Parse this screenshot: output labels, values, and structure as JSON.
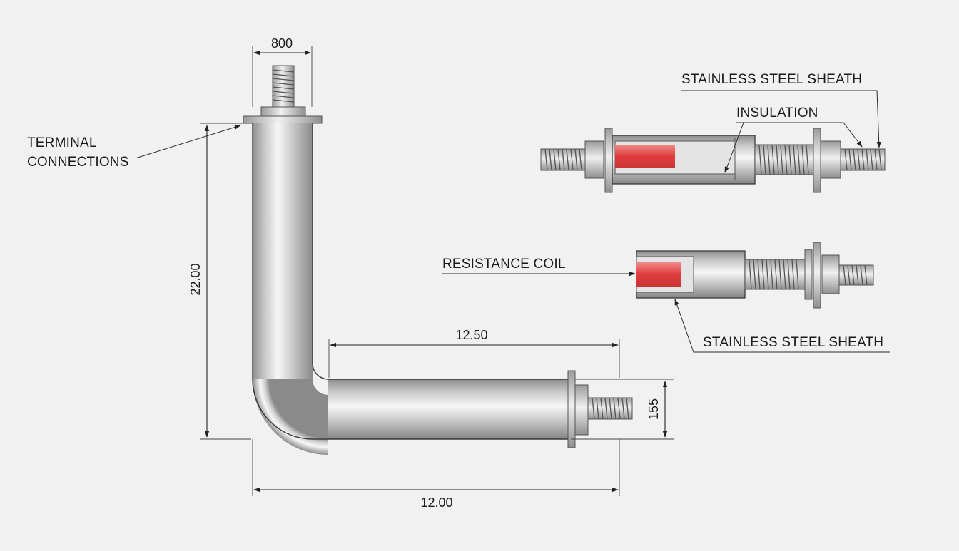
{
  "colors": {
    "background": "#f1f1f1",
    "steel_light": "#f4f4f4",
    "steel_mid": "#c9c9c9",
    "steel_dark": "#8a8a8a",
    "coil": "#e04848",
    "line": "#222222"
  },
  "dimensions": {
    "flange_width": "800",
    "vertical_length": "22.00",
    "horizontal_upper": "12.50",
    "horizontal_lower": "12.00",
    "end_height": "155"
  },
  "labels": {
    "terminal_line1": "TERMINAL",
    "terminal_line2": "CONNECTIONS",
    "sheath_top": "STAINLESS STEEL SHEATH",
    "insulation": "INSULATION",
    "resistance_coil": "RESISTANCE COIL",
    "sheath_bottom": "STAINLESS STEEL SHEATH"
  },
  "icons": {
    "arrow": "arrowhead",
    "thread": "threaded-stud",
    "nut": "hex-nut"
  }
}
